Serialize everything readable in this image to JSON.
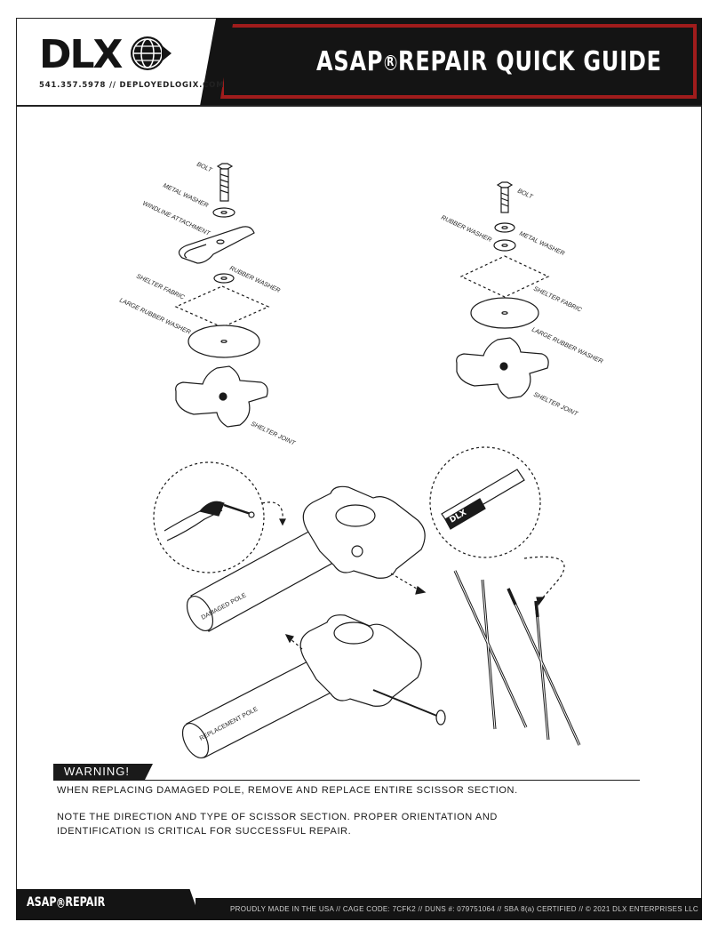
{
  "brand": {
    "logo_text": "DLX",
    "contact": "541.357.5978 // DEPLOYEDLOGIX.COM"
  },
  "header": {
    "title_prefix": "ASAP",
    "registered_mark": "R",
    "title_suffix": "REPAIR QUICK GUIDE"
  },
  "diagram_left": {
    "labels": [
      "BOLT",
      "METAL WASHER",
      "WINDLINE ATTACHMENT",
      "RUBBER WASHER",
      "SHELTER FABRIC",
      "LARGE RUBBER WASHER",
      "SHELTER JOINT"
    ]
  },
  "diagram_right": {
    "labels": [
      "BOLT",
      "RUBBER WASHER",
      "METAL WASHER",
      "SHELTER FABRIC",
      "LARGE RUBBER WASHER",
      "SHELTER JOINT"
    ]
  },
  "repair_diagram": {
    "damaged_pole": "DAMAGED POLE",
    "replacement_pole": "REPLACEMENT POLE",
    "pole_tag": "DLX"
  },
  "warning": {
    "label": "WARNING!",
    "line1": "WHEN REPLACING DAMAGED POLE, REMOVE AND REPLACE ENTIRE SCISSOR SECTION.",
    "line2": "NOTE THE DIRECTION AND TYPE OF SCISSOR SECTION. PROPER ORIENTATION AND",
    "line3": "IDENTIFICATION IS CRITICAL FOR SUCCESSFUL REPAIR."
  },
  "footer": {
    "label_prefix": "ASAP",
    "registered_mark": "R",
    "label_suffix": "REPAIR",
    "legal": "PROUDLY MADE IN THE USA  // CAGE CODE: 7CFK2 // DUNS #: 079751064 // SBA 8(a) CERTIFIED // © 2021 DLX ENTERPRISES LLC"
  },
  "colors": {
    "black": "#141414",
    "accent_red": "#a01c1c",
    "white": "#ffffff"
  }
}
